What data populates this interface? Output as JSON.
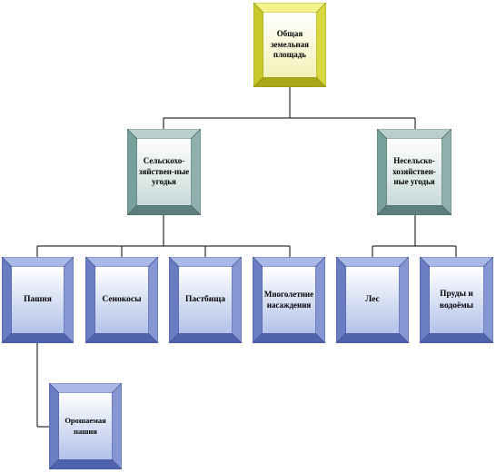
{
  "nodes": {
    "root": {
      "label": "Общая земельная площадь",
      "theme": "gold"
    },
    "agri": {
      "label": "Сельскохо-зяйствен-ные угодья",
      "theme": "teal"
    },
    "nonagri": {
      "label": "Несельско-хозяйствен-ные угодья",
      "theme": "teal"
    },
    "arable": {
      "label": "Пашня",
      "theme": "blue"
    },
    "hay": {
      "label": "Сенокосы",
      "theme": "blue"
    },
    "pasture": {
      "label": "Пастбища",
      "theme": "blue"
    },
    "perennial": {
      "label": "Многолетние насаждения",
      "theme": "blue"
    },
    "forest": {
      "label": "Лес",
      "theme": "blue"
    },
    "ponds": {
      "label": "Пруды и водоёмы",
      "theme": "blue"
    },
    "irrigated": {
      "label": "Орошаемая пашня",
      "theme": "blue"
    }
  },
  "colors": {
    "gold": {
      "face_top": "#ffffff",
      "face_bottom": "#f2f2b8",
      "bevel_light": "#f3f38a",
      "bevel_mid": "#d8d840",
      "bevel_dark": "#a8a818",
      "bevel_side": "#c8c82a",
      "edge": "#8a8a10"
    },
    "teal": {
      "face_top": "#ffffff",
      "face_bottom": "#c9dad8",
      "bevel_light": "#b9cfcc",
      "bevel_mid": "#8fb0ac",
      "bevel_dark": "#5c7f7b",
      "bevel_side": "#78a09b",
      "edge": "#3f5f5b"
    },
    "blue": {
      "face_top": "#ffffff",
      "face_bottom": "#b3c2ea",
      "bevel_light": "#a9b8e6",
      "bevel_mid": "#8596d2",
      "bevel_dark": "#4f62ac",
      "bevel_side": "#6a7cc2",
      "edge": "#3a4b90"
    },
    "connector": "#000000"
  }
}
